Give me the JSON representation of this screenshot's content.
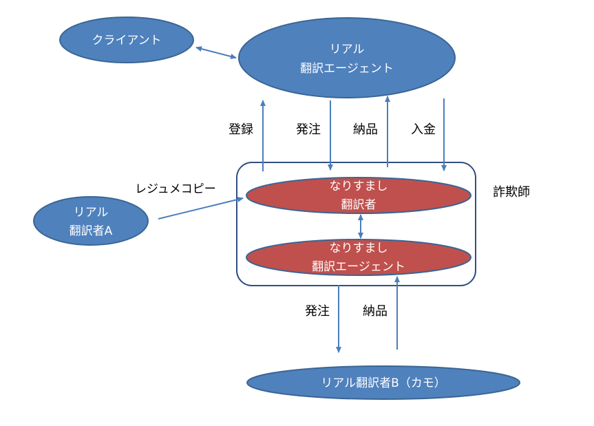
{
  "nodes": {
    "client": "クライアント",
    "real_agent_line1": "リアル",
    "real_agent_line2": "翻訳エージェント",
    "real_translator_a_line1": "リアル",
    "real_translator_a_line2": "翻訳者A",
    "fake_translator_line1": "なりすまし",
    "fake_translator_line2": "翻訳者",
    "fake_agent_line1": "なりすまし",
    "fake_agent_line2": "翻訳エージェント",
    "real_translator_b": "リアル翻訳者B（カモ）"
  },
  "labels": {
    "register": "登録",
    "order_top": "発注",
    "delivery_top": "納品",
    "payment": "入金",
    "resume_copy": "レジュメコピー",
    "fraudster": "詐欺師",
    "order_bottom": "発注",
    "delivery_bottom": "納品"
  },
  "colors": {
    "blue_fill": "#4f81bd",
    "blue_stroke": "#3a6594",
    "red_fill": "#c0504d",
    "group_stroke": "#2f4f7f",
    "arrow": "#4a7ebb"
  }
}
